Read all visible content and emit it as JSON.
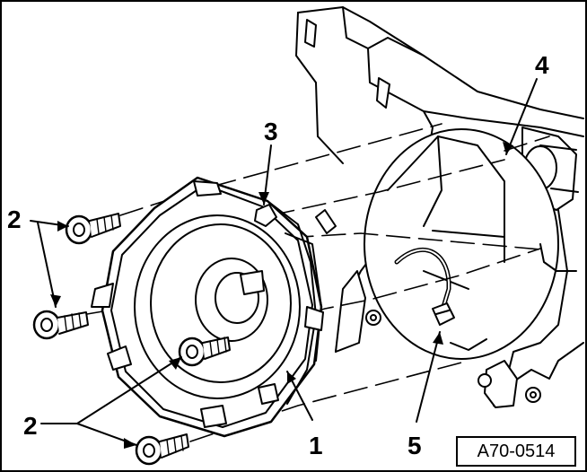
{
  "figure": {
    "callouts": {
      "c1": "1",
      "c2a": "2",
      "c2b": "2",
      "c3": "3",
      "c4": "4",
      "c5": "5"
    },
    "code": "A70-0514"
  }
}
